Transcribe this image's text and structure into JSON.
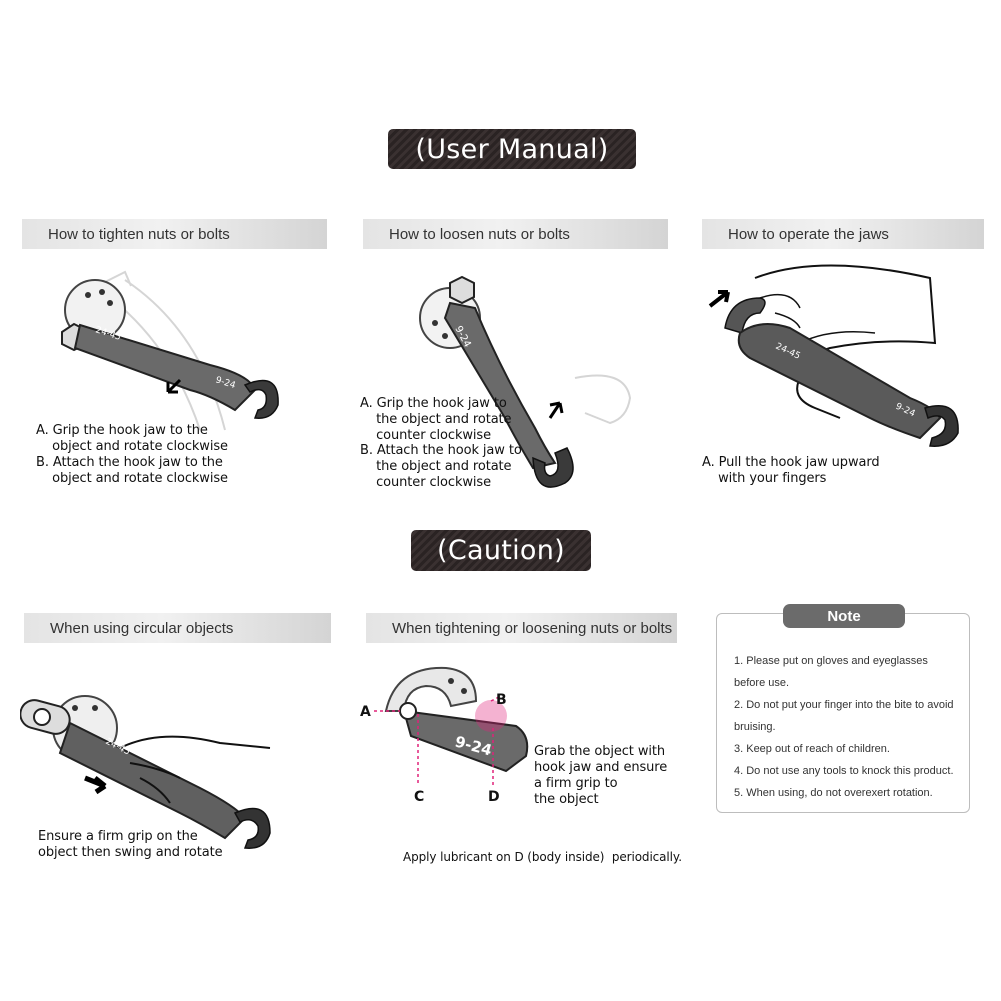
{
  "manual": {
    "user_manual_title": "(User Manual)",
    "caution_title": "(Caution)"
  },
  "sections": {
    "tighten": {
      "title": "How to tighten nuts or bolts",
      "caption_a": "A. Grip the hook jaw to the\n    object and rotate clockwise",
      "caption_b": "B. Attach the hook jaw to the\n    object and rotate clockwise"
    },
    "loosen": {
      "title": "How to loosen nuts or bolts",
      "caption_a": "A. Grip the hook jaw to\n    the object and rotate\n    counter clockwise",
      "caption_b": "B. Attach the hook jaw to\n    the object and rotate\n    counter clockwise"
    },
    "jaws": {
      "title": "How to operate the jaws",
      "caption_a": "A. Pull the hook jaw upward\n    with your fingers"
    },
    "circular": {
      "title": "When using circular objects",
      "caption": "Ensure a firm grip on the\nobject then swing and rotate"
    },
    "nuts": {
      "title": "When tightening or loosening nuts or bolts",
      "caption": "Grab the object with\nhook jaw and ensure\na firm grip to\nthe object",
      "footer": "Apply lubricant on D (body inside)  periodically.",
      "labels": {
        "a": "A",
        "b": "B",
        "c": "C",
        "d": "D"
      },
      "wrench_text": "9-24"
    }
  },
  "wrench_marks": {
    "size_a": "24-45",
    "size_b": "9-24"
  },
  "note": {
    "title": "Note",
    "items": [
      "1. Please put on gloves and eyeglasses",
      "before use.",
      "2. Do not put your finger into the bite to avoid",
      "bruising.",
      "3. Keep out of reach of children.",
      "4. Do not use any tools to knock this product.",
      "5. When using, do not overexert rotation."
    ]
  },
  "colors": {
    "banner": "#2f2828",
    "accent_pink": "#e0237a",
    "wrench": "#5a5a5a"
  }
}
